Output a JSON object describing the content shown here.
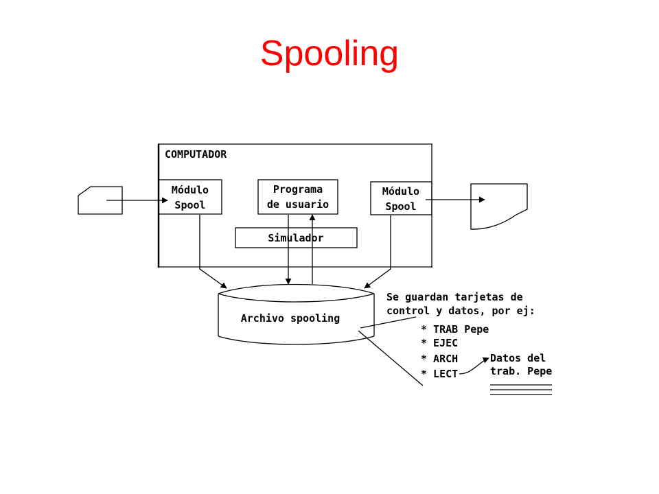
{
  "title": "Spooling",
  "diagram": {
    "computer_label": "COMPUTADOR",
    "spool_in": {
      "line1": "Módulo",
      "line2": "Spool"
    },
    "user_program": {
      "line1": "Programa",
      "line2": "de usuario"
    },
    "spool_out": {
      "line1": "Módulo",
      "line2": "Spool"
    },
    "simulator": "Simulador",
    "spool_file": "Archivo spooling",
    "note": {
      "line1": "Se guardan tarjetas de",
      "line2": "control y datos, por ej:"
    },
    "control_cards": [
      "* TRAB Pepe",
      "* EJEC",
      "* ARCH",
      "* LECT"
    ],
    "job_data": {
      "line1": "Datos del",
      "line2": "trab. Pepe"
    }
  }
}
